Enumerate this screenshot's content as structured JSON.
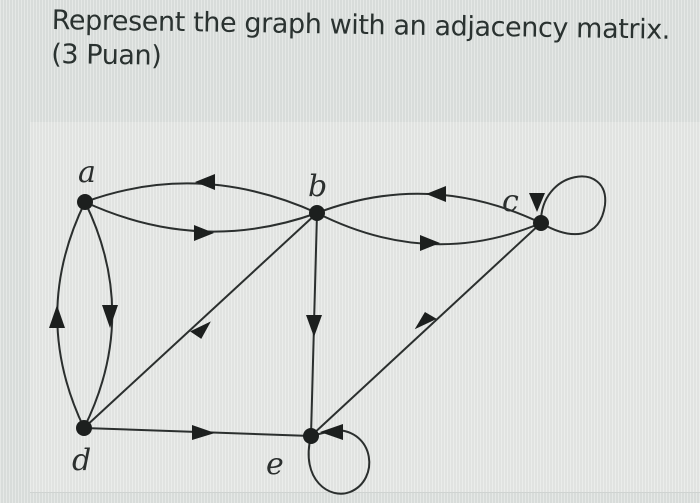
{
  "question": {
    "line1": "Represent the graph with an adjacency matrix.",
    "line2": "(3 Puan)"
  },
  "graph": {
    "type": "directed",
    "nodes": [
      {
        "id": "a",
        "label": "a"
      },
      {
        "id": "b",
        "label": "b"
      },
      {
        "id": "c",
        "label": "c"
      },
      {
        "id": "d",
        "label": "d"
      },
      {
        "id": "e",
        "label": "e"
      }
    ],
    "edges": [
      {
        "from": "b",
        "to": "a"
      },
      {
        "from": "a",
        "to": "b"
      },
      {
        "from": "c",
        "to": "b"
      },
      {
        "from": "b",
        "to": "c"
      },
      {
        "from": "c",
        "to": "c"
      },
      {
        "from": "d",
        "to": "a"
      },
      {
        "from": "a",
        "to": "d"
      },
      {
        "from": "b",
        "to": "d"
      },
      {
        "from": "b",
        "to": "e"
      },
      {
        "from": "d",
        "to": "e"
      },
      {
        "from": "e",
        "to": "c"
      },
      {
        "from": "e",
        "to": "e"
      }
    ]
  },
  "labels": {
    "a": "a",
    "b": "b",
    "c": "c",
    "d": "d",
    "e": "e"
  }
}
